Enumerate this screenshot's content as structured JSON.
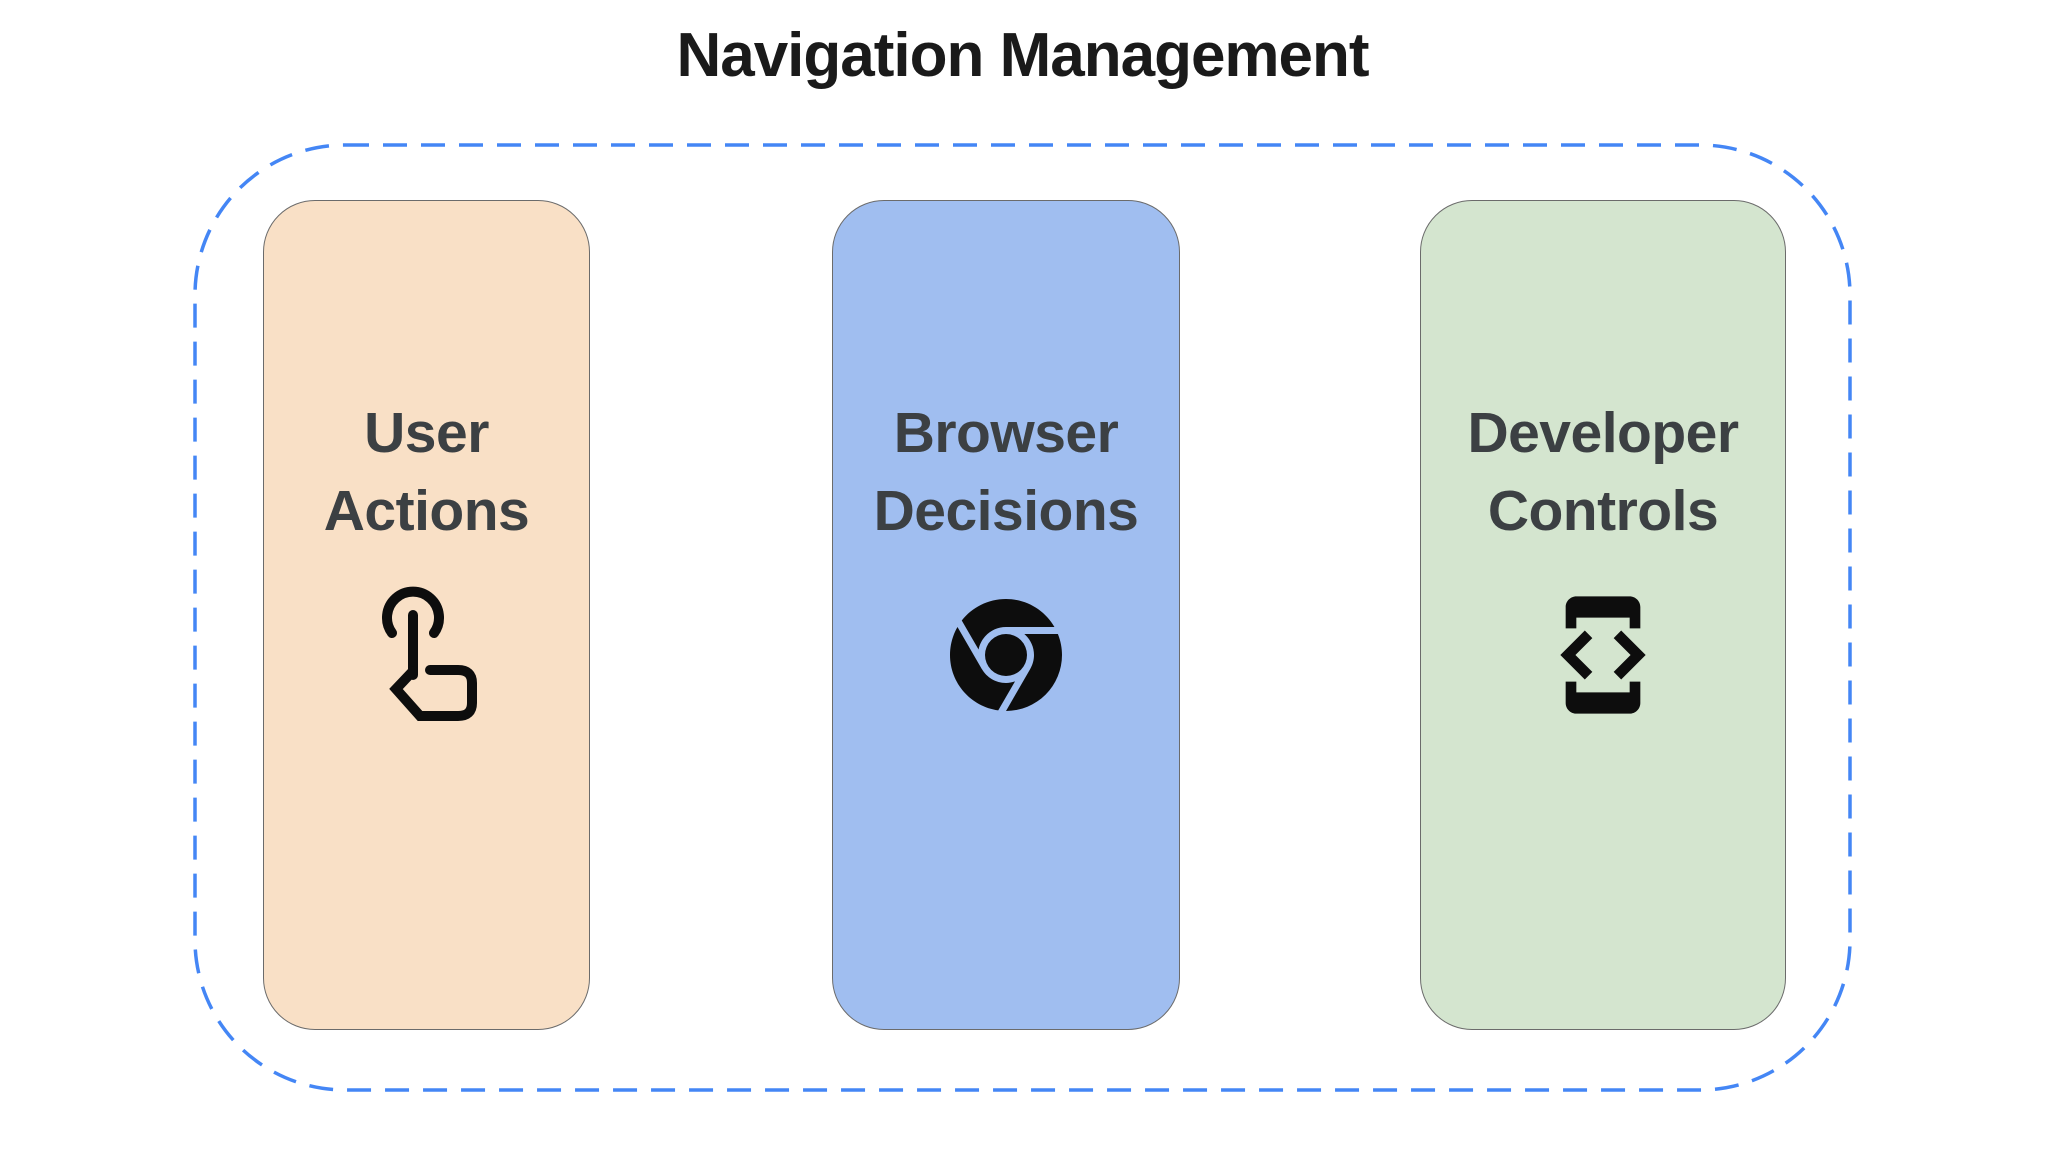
{
  "title": "Navigation Management",
  "colors": {
    "container_border": "#4486F5",
    "card_outline": "#6b6b6b",
    "title_text": "#1a1a1a",
    "label_text": "#3c4043",
    "icon": "#0d0d0d"
  },
  "container": {
    "border_style": "dashed"
  },
  "cards": [
    {
      "label": "User Actions",
      "bg": "#F9E0C6",
      "icon": "touch-gesture-icon"
    },
    {
      "label": "Browser Decisions",
      "bg": "#A0BEF0",
      "icon": "chrome-browser-icon"
    },
    {
      "label": "Developer Controls",
      "bg": "#D4E5CF",
      "icon": "developer-mode-icon"
    }
  ]
}
